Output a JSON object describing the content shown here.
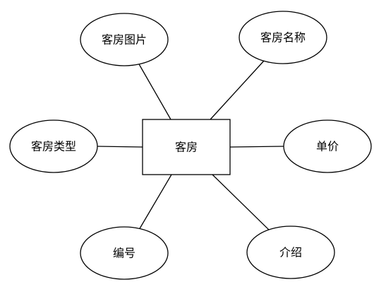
{
  "entity": {
    "label": "客房"
  },
  "attributes": [
    {
      "id": "image",
      "label": "客房图片"
    },
    {
      "id": "name",
      "label": "客房名称"
    },
    {
      "id": "type",
      "label": "客房类型"
    },
    {
      "id": "price",
      "label": "单价"
    },
    {
      "id": "number",
      "label": "编号"
    },
    {
      "id": "intro",
      "label": "介绍"
    }
  ]
}
